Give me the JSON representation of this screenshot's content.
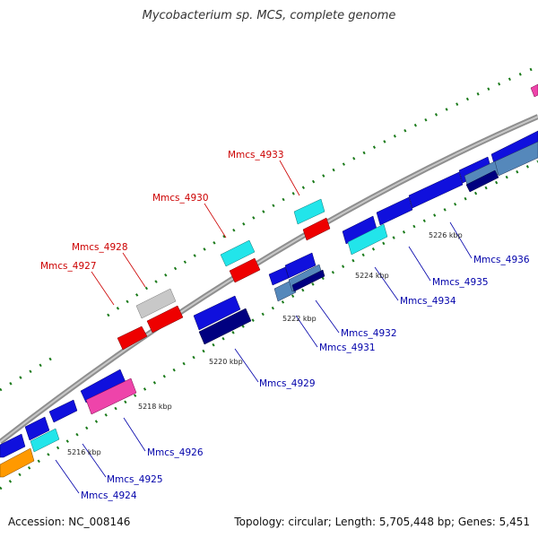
{
  "header": {
    "title": "Mycobacterium sp. MCS, complete genome"
  },
  "footer": {
    "accession": "Accession: NC_008146",
    "summary": "Topology: circular; Length: 5,705,448 bp; Genes: 5,451"
  },
  "colors": {
    "backbone": "#9a9a9a",
    "tick": "#1a7a1a",
    "label_red": "#cc0000",
    "label_blue": "#0000aa",
    "gene_blue": "#1010dd",
    "gene_cyan": "#22e5ea",
    "gene_red": "#ee0000",
    "gene_gray": "#c8c8c8",
    "gene_pink": "#ee44aa",
    "gene_navy": "#000080",
    "gene_steel": "#5588bb",
    "gene_orange": "#ff9900"
  },
  "scale_labels": [
    {
      "kbp": 5216,
      "text": "5216 kbp"
    },
    {
      "kbp": 5218,
      "text": "5218 kbp"
    },
    {
      "kbp": 5220,
      "text": "5220 kbp"
    },
    {
      "kbp": 5222,
      "text": "5222 kbp"
    },
    {
      "kbp": 5224,
      "text": "5224 kbp"
    },
    {
      "kbp": 5226,
      "text": "5226 kbp"
    }
  ],
  "gene_labels": [
    {
      "id": "Mmcs_4927",
      "text": "Mmcs_4927",
      "color": "red"
    },
    {
      "id": "Mmcs_4928",
      "text": "Mmcs_4928",
      "color": "red"
    },
    {
      "id": "Mmcs_4930",
      "text": "Mmcs_4930",
      "color": "red"
    },
    {
      "id": "Mmcs_4933",
      "text": "Mmcs_4933",
      "color": "red"
    },
    {
      "id": "Mmcs_4924",
      "text": "Mmcs_4924",
      "color": "blue"
    },
    {
      "id": "Mmcs_4925",
      "text": "Mmcs_4925",
      "color": "blue"
    },
    {
      "id": "Mmcs_4926",
      "text": "Mmcs_4926",
      "color": "blue"
    },
    {
      "id": "Mmcs_4929",
      "text": "Mmcs_4929",
      "color": "blue"
    },
    {
      "id": "Mmcs_4931",
      "text": "Mmcs_4931",
      "color": "blue"
    },
    {
      "id": "Mmcs_4932",
      "text": "Mmcs_4932",
      "color": "blue"
    },
    {
      "id": "Mmcs_4934",
      "text": "Mmcs_4934",
      "color": "blue"
    },
    {
      "id": "Mmcs_4935",
      "text": "Mmcs_4935",
      "color": "blue"
    },
    {
      "id": "Mmcs_4936",
      "text": "Mmcs_4936",
      "color": "blue"
    }
  ]
}
